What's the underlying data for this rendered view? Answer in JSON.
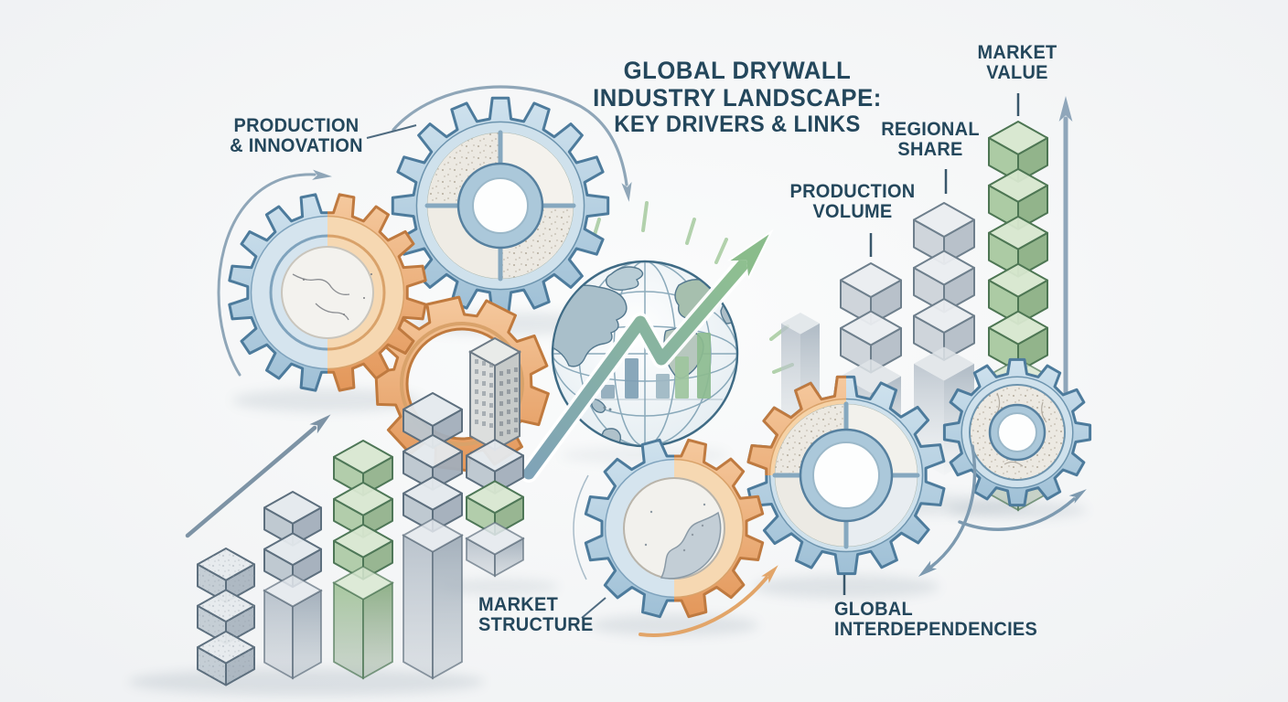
{
  "title": {
    "line1": "GLOBAL DRYWALL",
    "line2": "INDUSTRY LANDSCAPE:",
    "line3": "KEY DRIVERS & LINKS"
  },
  "labels": {
    "production_innovation": {
      "line1": "PRODUCTION",
      "line2": "& INNOVATION"
    },
    "market_value": {
      "line1": "MARKET",
      "line2": "VALUE"
    },
    "regional_share": {
      "line1": "REGIONAL",
      "line2": "SHARE"
    },
    "production_volume": {
      "line1": "PRODUCTION",
      "line2": "VOLUME"
    },
    "market_structure": {
      "line1": "MARKET",
      "line2": "STRUCTURE"
    },
    "global_interdependencies": {
      "line1": "GLOBAL",
      "line2": "INTERDEPENDENCIES"
    }
  },
  "colors": {
    "title_text": "#24475c",
    "gear_blue": "#b6d0e0",
    "gear_blue_stroke": "#4d7b9c",
    "gear_orange": "#edaa6d",
    "gear_orange_stroke": "#bf7a40",
    "cube_gray": "#bcc6cf",
    "cube_green": "#aecaa6",
    "arrow_gradient_start": "#7fa3b8",
    "arrow_gradient_end": "#8fc08f",
    "connector_gray": "#8fa6b8",
    "background": "#f5f6f7"
  },
  "icons": [
    "drywall-gear-icon",
    "half-blue-orange-gear-icon",
    "orange-ring-gear-icon",
    "map-disc-gear-icon",
    "quarter-orange-gear-icon",
    "textured-small-gear-icon",
    "globe-icon",
    "growth-zigzag-arrow-icon",
    "mini-bar-chart-icon",
    "cube-stack-icon",
    "building-icon",
    "up-arrow-icon",
    "cycle-arc-arrow-icon"
  ],
  "cube_columns": {
    "left_group": [
      {
        "name": "column-1",
        "cubes": [
          "grayTex",
          "grayTex",
          "grayTex"
        ]
      },
      {
        "name": "column-2",
        "cubes": [
          "gray",
          "gray",
          "gray-tall"
        ]
      },
      {
        "name": "column-3",
        "cubes": [
          "green",
          "green",
          "green",
          "green-tall"
        ]
      },
      {
        "name": "column-4",
        "cubes": [
          "gray",
          "gray",
          "gray",
          "gray-tall"
        ]
      },
      {
        "name": "column-5",
        "cubes": [
          "building",
          "gray",
          "green",
          "gray-tall"
        ]
      }
    ],
    "right_group": [
      {
        "name": "slab",
        "cubes": [
          "slab"
        ]
      },
      {
        "name": "production-volume-column",
        "cubes": [
          "grayR",
          "grayR",
          "fade"
        ]
      },
      {
        "name": "regional-share-column",
        "cubes": [
          "grayR",
          "grayR",
          "grayR",
          "fade"
        ]
      },
      {
        "name": "market-value-column",
        "cubes": [
          "greenR",
          "greenR",
          "greenR",
          "greenR",
          "greenR",
          "green-tall"
        ]
      }
    ]
  }
}
